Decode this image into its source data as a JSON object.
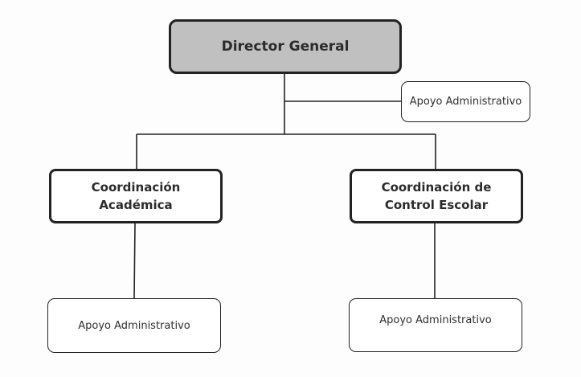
{
  "org_chart": {
    "director": {
      "label": "Director General"
    },
    "staff_support": {
      "label": "Apoyo Administrativo"
    },
    "coordinations": [
      {
        "line1": "Coordinación",
        "line2": "Académica",
        "support_label": "Apoyo Administrativo"
      },
      {
        "line1": "Coordinación de",
        "line2": "Control Escolar",
        "support_label": "Apoyo Administrativo"
      }
    ]
  },
  "colors": {
    "director_fill": "#c0c0c0",
    "box_border": "#222222",
    "connector": "#222222",
    "text": "#2b2b2b"
  }
}
